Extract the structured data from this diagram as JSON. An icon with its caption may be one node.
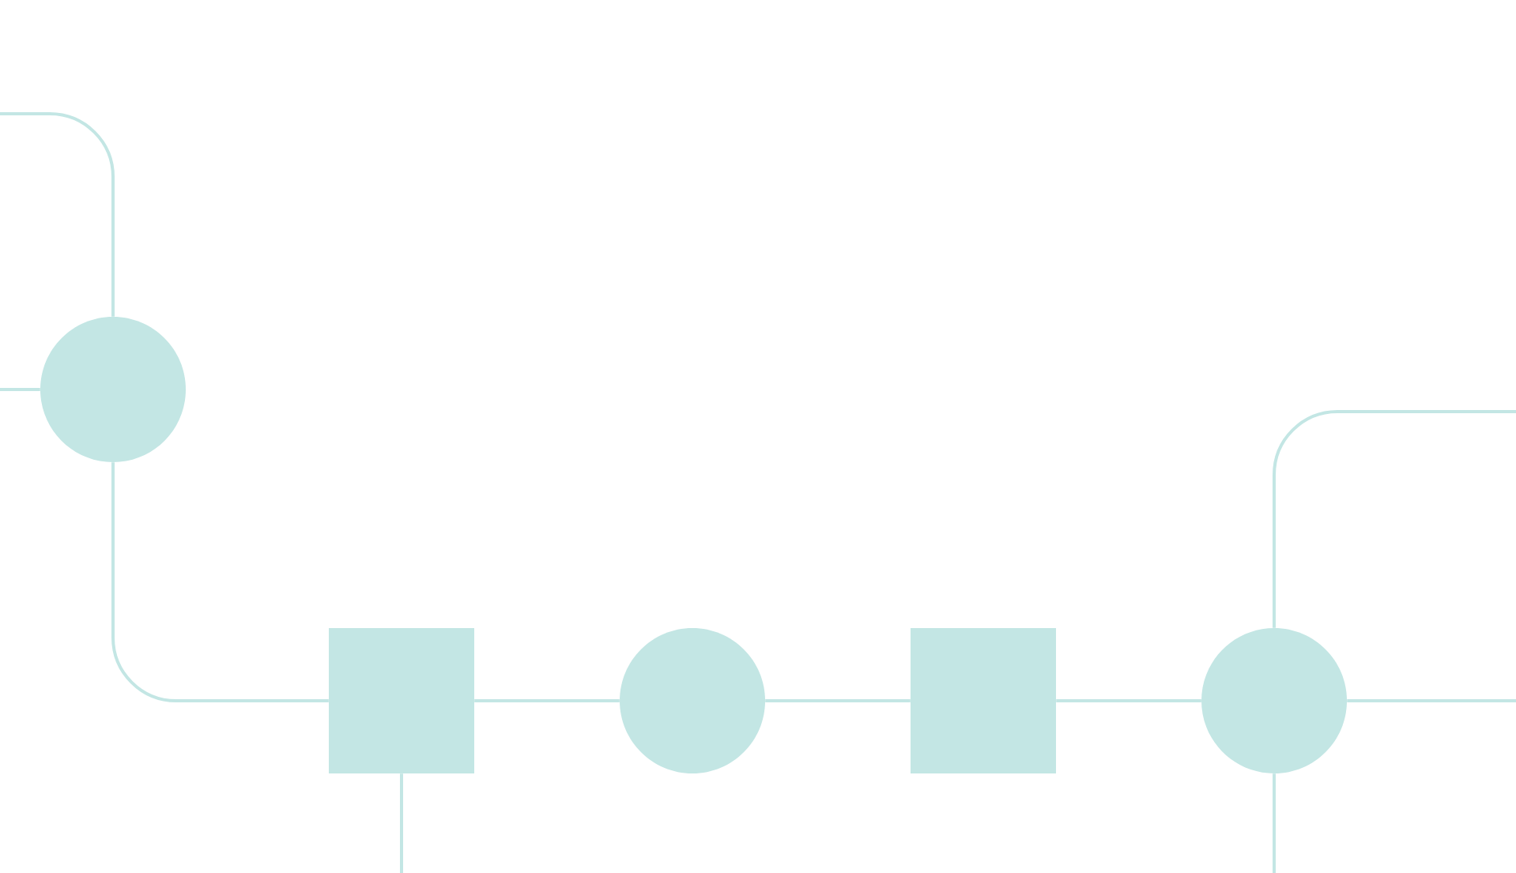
{
  "diagram": {
    "nodes": [
      {
        "text": [],
        "shape": "circle"
      },
      {
        "text": [],
        "shape": "box"
      },
      {
        "text": [],
        "shape": "circle"
      },
      {
        "text": [],
        "shape": "box"
      },
      {
        "text": [],
        "shape": "circle"
      }
    ],
    "edges": [
      {
        "from": null,
        "to": 0,
        "arrow": "none"
      },
      {
        "from": null,
        "to": 0,
        "arrow": "none"
      },
      {
        "from": 0,
        "to": 1,
        "arrow": "none"
      },
      {
        "from": 1,
        "to": 2,
        "arrow": "none"
      },
      {
        "from": 2,
        "to": 3,
        "arrow": "none"
      },
      {
        "from": 3,
        "to": 4,
        "arrow": "none"
      },
      {
        "from": 1,
        "to": null,
        "arrow": "none"
      },
      {
        "from": 4,
        "to": null,
        "arrow": "none"
      },
      {
        "from": 4,
        "to": null,
        "arrow": "none"
      },
      {
        "from": 4,
        "to": null,
        "arrow": "none"
      }
    ]
  }
}
